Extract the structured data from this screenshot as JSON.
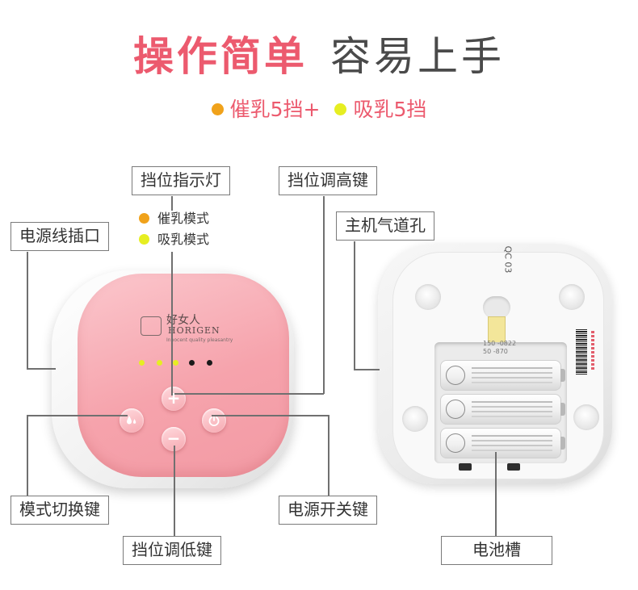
{
  "header": {
    "title_part1": "操作简单",
    "title_part2": "容易上手",
    "subtitle_item1": "催乳5挡+",
    "subtitle_item2": "吸乳5挡"
  },
  "legend": {
    "item1": "催乳模式",
    "item2": "吸乳模式"
  },
  "labels": {
    "gear_indicator": "挡位指示灯",
    "gear_up": "挡位调高键",
    "power_port": "电源线插口",
    "air_hole": "主机气道孔",
    "mode_switch": "模式切换键",
    "power_switch": "电源开关键",
    "gear_down": "挡位调低键",
    "battery_slot": "电池槽"
  },
  "device": {
    "brand_cn": "好女人",
    "brand_en": "HORIGEN",
    "brand_tag": "Innocent quality pleasantry",
    "plus_symbol": "+",
    "minus_symbol": "−",
    "qc_mark": "QC 03",
    "sticker_line1": "150 -0822",
    "sticker_line2": "50 -870"
  },
  "colors": {
    "accent_pink": "#ec5a6e",
    "dot_orange": "#f0a21b",
    "dot_yellow": "#e6ee22",
    "device_pink": "#f6a3ac"
  },
  "icons": {
    "mode": "droplet-icon",
    "power": "power-icon"
  }
}
